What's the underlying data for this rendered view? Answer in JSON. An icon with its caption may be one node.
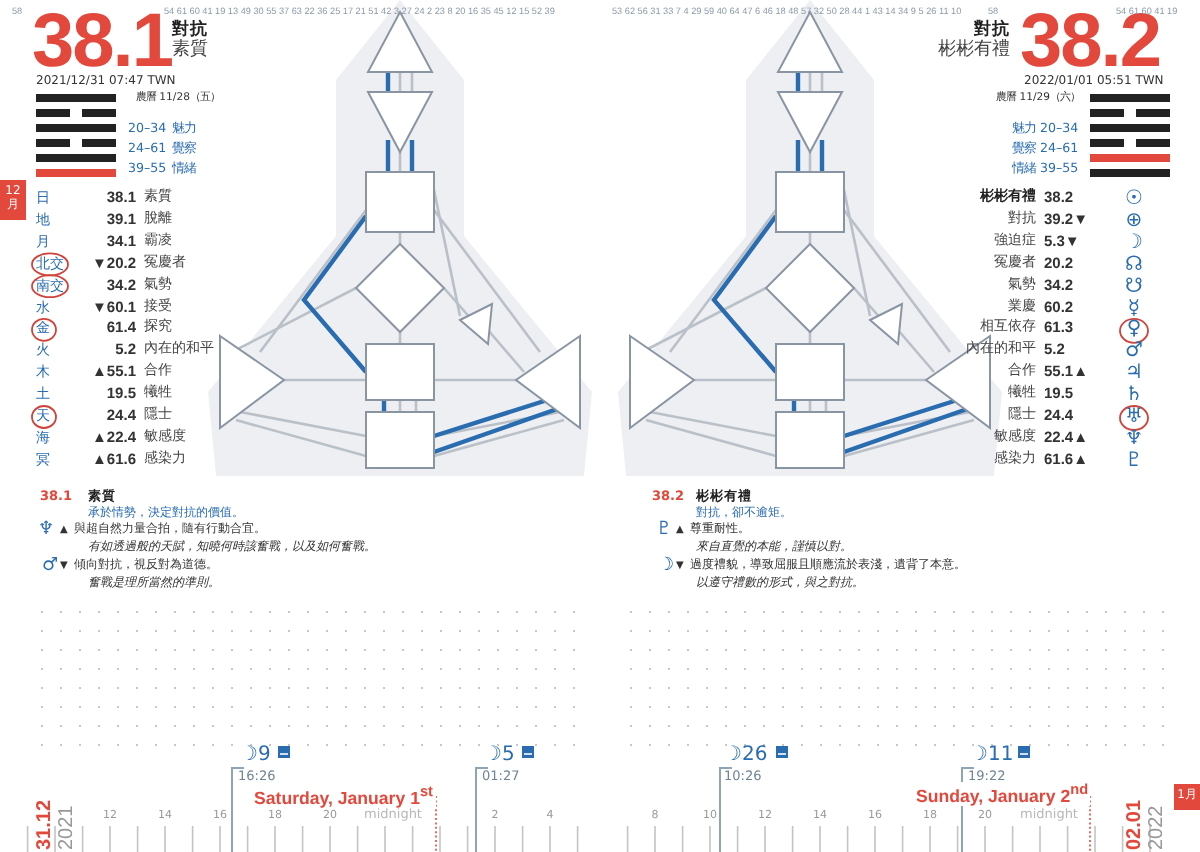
{
  "diagram": {
    "labels": [
      "58",
      "38.1",
      "54 61 60 41 19 13 49 30 55 37 63 22 36 25 17 21 51 42 3 27 24 2 23 8 20 16 35 45 12 15 52 39",
      "對抗",
      "素質",
      "2021/12/31 07:47 TWN",
      "農曆 11/28（五）",
      "20–34",
      "魅力",
      "24–61",
      "覺察",
      "39–55",
      "情緒",
      "12月",
      "日",
      "38.1",
      "素質",
      "地",
      "39.1",
      "脫離",
      "月",
      "34.1",
      "霸凌",
      "北交",
      "▼20.2",
      "冤慶者",
      "南交",
      "34.2",
      "氣勢",
      "水",
      "▼60.1",
      "接受",
      "金",
      "61.4",
      "探究",
      "火",
      "5.2",
      "內在的和平",
      "木",
      "▲55.1",
      "合作",
      "土",
      "19.5",
      "犧牲",
      "天",
      "24.4",
      "隱士",
      "海",
      "▲22.4",
      "敏感度",
      "冥",
      "▲61.6",
      "感染力",
      "38.1",
      "素質",
      "承於情勢，決定對抗的價值。",
      "♆",
      "▲",
      "與超自然力量合拍，隨有行動合宜。",
      "有如透過般的天賦，知曉何時該奮戰，以及如何奮戰。",
      "♂",
      "▼",
      "傾向對抗，視反對為道德。",
      "奮戰是理所當然的準則。",
      "☽9",
      "16:26",
      "Saturday, January 1$^{st}$",
      "midnight",
      "☽5",
      "01:27",
      "12",
      "14",
      "16",
      "18",
      "20",
      "2",
      "4",
      "31.12",
      "2021",
      "53 62 56 31 33 7 4 29 59 40 64 47 6 46 18 48 57 32 50 28 44 1 43 14 34 9 5 26 11 10",
      "58",
      "38.2",
      "54 61 60 41 19",
      "對抗",
      "彬彬有禮",
      "2022/01/01 05:51 TWN",
      "農曆 11/29（六）",
      "魅力",
      "20–34",
      "覺察",
      "24–61",
      "情緒",
      "39–55",
      "彬彬有禮",
      "38.2",
      "☉",
      "對抗",
      "39.2▼",
      "⊕",
      "強迫症",
      "5.3▼",
      "☽",
      "冤慶者",
      "20.2",
      "☊",
      "氣勢",
      "34.2",
      "☋",
      "業慶",
      "60.2",
      "☿",
      "相互依存",
      "61.3",
      "♀",
      "內在的和平",
      "5.2",
      "♂",
      "合作",
      "55.1▲",
      "♃",
      "犧牲",
      "19.5",
      "♄",
      "隱士",
      "24.4",
      "♅",
      "敏感度",
      "22.4▲",
      "♆",
      "感染力",
      "61.6▲",
      "♇",
      "38.2",
      "彬彬有禮",
      "對抗，卻不逾矩。",
      "♇",
      "▲",
      "尊重耐性。",
      "來自直覺的本能，謹慎以對。",
      "☽",
      "▼",
      "過度禮貌，導致屈服且順應流於表淺，遺背了本意。",
      "以遵守禮數的形式，與之對抗。",
      "8",
      "10",
      "12",
      "14",
      "16",
      "18",
      "20",
      "☽26",
      "10:26",
      "☽11",
      "19:22",
      "Sunday, January 2$^{nd}$",
      "midnight",
      "02.01",
      "2022",
      "1月"
    ]
  }
}
